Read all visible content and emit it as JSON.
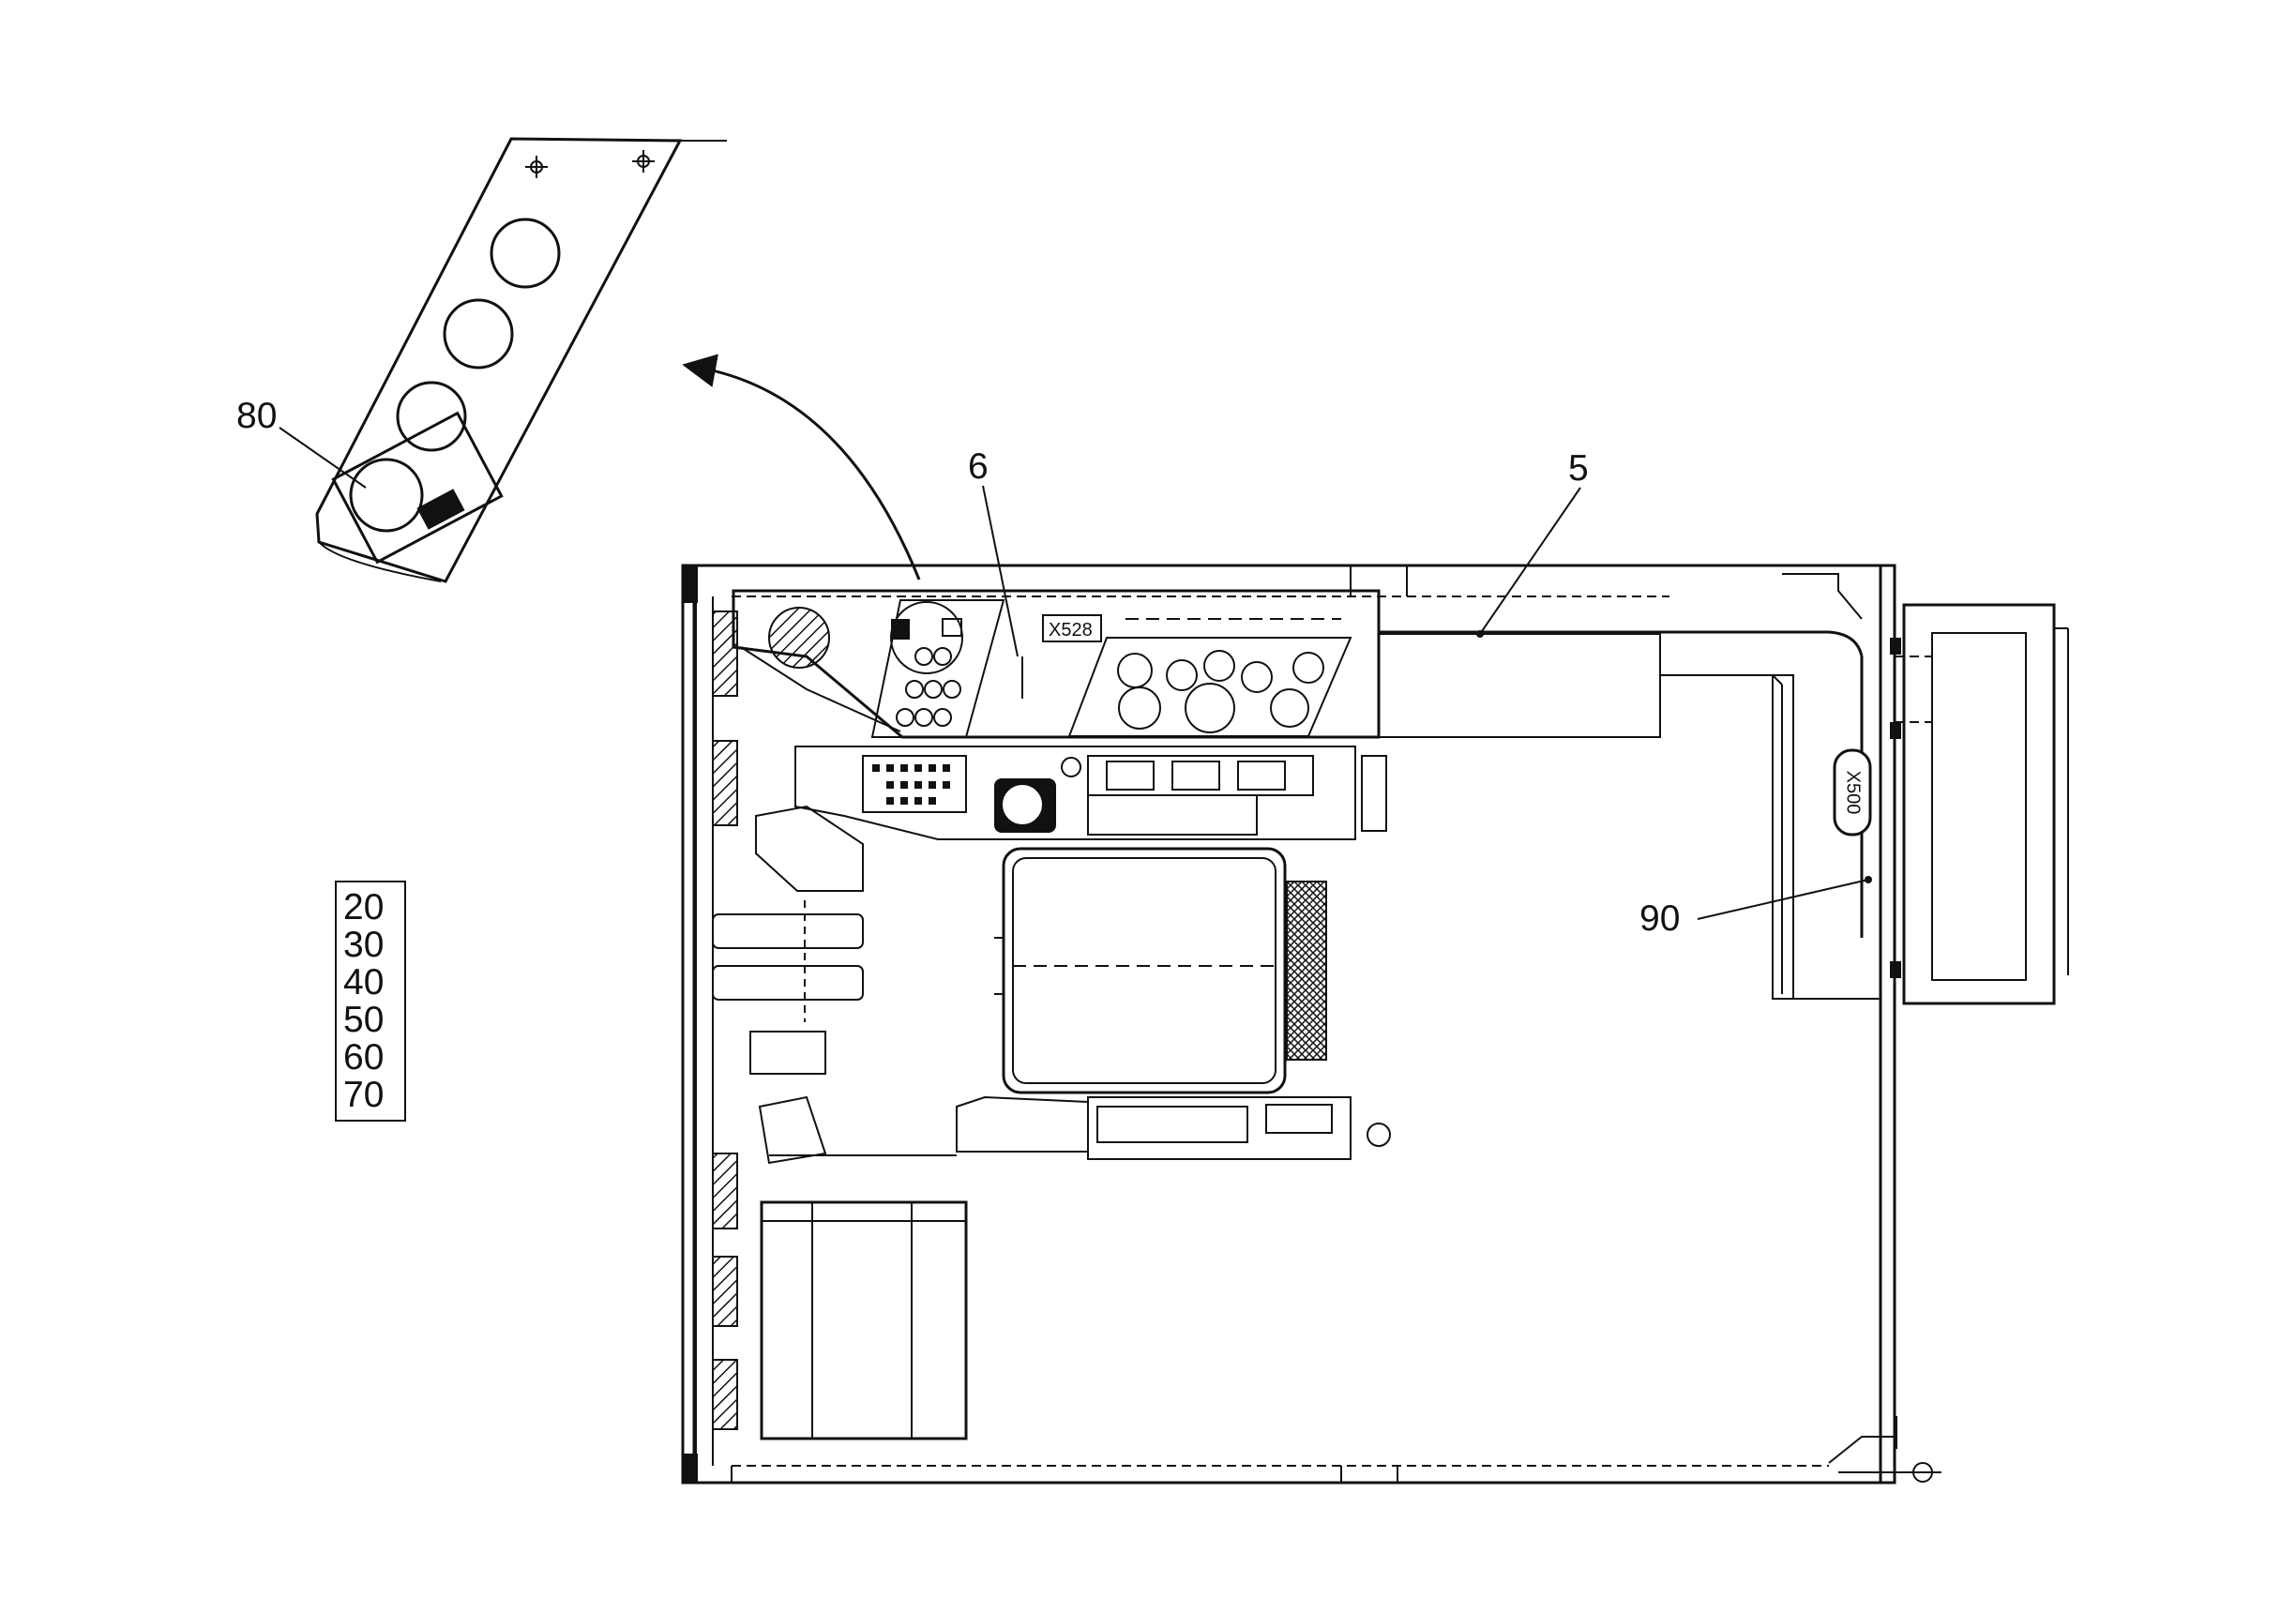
{
  "callouts": {
    "c80": "80",
    "c6": "6",
    "c5": "5",
    "c90": "90"
  },
  "connectors": {
    "x528": "X528",
    "x500": "X500"
  },
  "variants": [
    "20",
    "30",
    "40",
    "50",
    "60",
    "70"
  ]
}
